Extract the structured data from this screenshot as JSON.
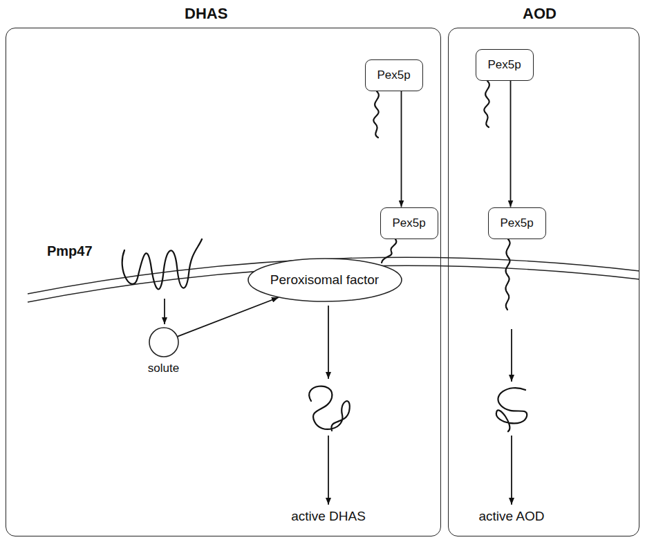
{
  "diagram": {
    "nodes": [
      {
        "text": [
          "DHAS"
        ]
      },
      {
        "text": [
          "AOD"
        ]
      },
      {
        "text": [
          "Pex5p"
        ],
        "in": 0
      },
      {
        "text": [
          "Pex5p"
        ],
        "in": 1
      },
      {
        "text": [
          "Pex5p"
        ],
        "in": 0
      },
      {
        "text": [
          "Pex5p"
        ],
        "in": 1
      },
      {
        "text": [
          "Peroxisomal factor"
        ],
        "in": 0
      },
      {
        "text": [
          "solute"
        ],
        "in": 0
      }
    ],
    "edges": [
      {
        "from": 2,
        "to": 4,
        "arrow": "to"
      },
      {
        "from": 3,
        "to": 5,
        "arrow": "to"
      },
      {
        "from": 7,
        "to": 6,
        "arrow": "to"
      }
    ],
    "labels": [
      "Pmp47",
      "active DHAS",
      "active AOD"
    ]
  }
}
